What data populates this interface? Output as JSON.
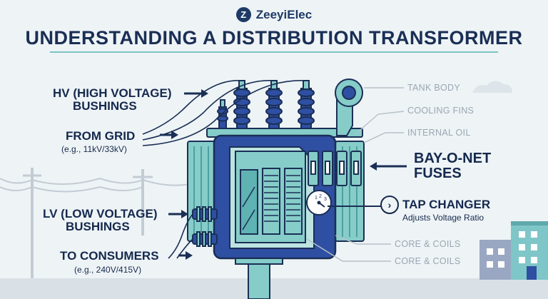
{
  "brand": {
    "logo_letter": "Z",
    "name": "ZeeyiElec"
  },
  "title": "UNDERSTANDING A DISTRIBUTION TRANSFORMER",
  "labels": {
    "hv_bushings": [
      "HV (HIGH VOLTAGE)",
      "BUSHINGS"
    ],
    "from_grid": "FROM GRID",
    "from_grid_sub": "(e.g., 11kV/33kV)",
    "lv_bushings": [
      "LV (LOW VOLTAGE)",
      "BUSHINGS"
    ],
    "to_consumers": "TO CONSUMERS",
    "to_consumers_sub": "(e.g., 240V/415V)",
    "tank_body": "TANK BODY",
    "cooling_fins": "COOLING FINS",
    "internal_oil": "INTERNAL OIL",
    "bay_o_net": [
      "BAY-O-NET",
      "FUSES"
    ],
    "tap_changer": "TAP CHANGER",
    "tap_changer_sub": "Adjusts Voltage Ratio",
    "core_coils_1": "CORE & COILS",
    "core_coils_2": "CORE & COILS",
    "tap_dial_numbers": [
      "1",
      "2",
      "3"
    ]
  },
  "colors": {
    "navy": "#1a2f55",
    "royal_blue": "#2f4fa3",
    "teal": "#86cdc9",
    "teal_dark": "#4f9fa0",
    "background": "#eef3f6"
  }
}
